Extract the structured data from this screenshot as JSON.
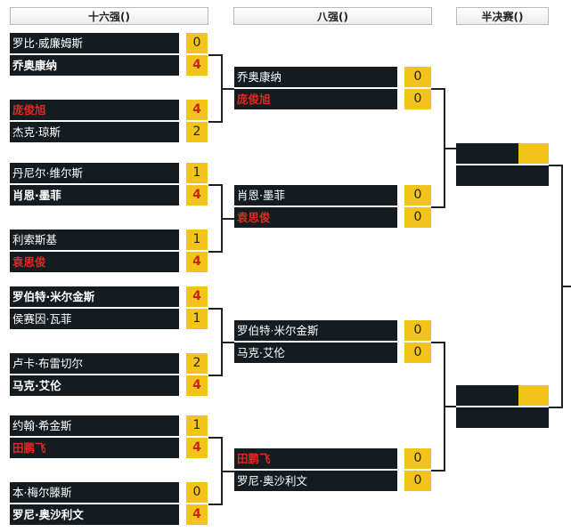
{
  "headers": {
    "r16": "十六强()",
    "qf": "八强()",
    "sf": "半决赛()"
  },
  "r16": [
    {
      "p1": {
        "name": "罗比·威廉姆斯",
        "score": "0",
        "style": "normal"
      },
      "p2": {
        "name": "乔奥康纳",
        "score": "4",
        "style": "bold"
      },
      "winner": 2
    },
    {
      "p1": {
        "name": "庞俊旭",
        "score": "4",
        "style": "red"
      },
      "p2": {
        "name": "杰克·琼斯",
        "score": "2",
        "style": "normal"
      },
      "winner": 1
    },
    {
      "p1": {
        "name": "丹尼尔·维尔斯",
        "score": "1",
        "style": "normal"
      },
      "p2": {
        "name": "肖恩·墨菲",
        "score": "4",
        "style": "bold"
      },
      "winner": 2
    },
    {
      "p1": {
        "name": "利索斯基",
        "score": "1",
        "style": "normal"
      },
      "p2": {
        "name": "袁思俊",
        "score": "4",
        "style": "red"
      },
      "winner": 2
    },
    {
      "p1": {
        "name": "罗伯特·米尔金斯",
        "score": "4",
        "style": "bold"
      },
      "p2": {
        "name": "侯赛因·瓦菲",
        "score": "1",
        "style": "normal"
      },
      "winner": 1
    },
    {
      "p1": {
        "name": "卢卡·布雷切尔",
        "score": "2",
        "style": "normal"
      },
      "p2": {
        "name": "马克·艾伦",
        "score": "4",
        "style": "bold"
      },
      "winner": 2
    },
    {
      "p1": {
        "name": "约翰·希金斯",
        "score": "1",
        "style": "normal"
      },
      "p2": {
        "name": "田鹏飞",
        "score": "4",
        "style": "red"
      },
      "winner": 2
    },
    {
      "p1": {
        "name": "本·梅尔滕斯",
        "score": "0",
        "style": "normal"
      },
      "p2": {
        "name": "罗尼·奥沙利文",
        "score": "4",
        "style": "bold"
      },
      "winner": 2
    }
  ],
  "qf": [
    {
      "p1": {
        "name": "乔奥康纳",
        "score": "0",
        "style": "normal"
      },
      "p2": {
        "name": "庞俊旭",
        "score": "0",
        "style": "red"
      }
    },
    {
      "p1": {
        "name": "肖恩·墨菲",
        "score": "0",
        "style": "normal"
      },
      "p2": {
        "name": "袁思俊",
        "score": "0",
        "style": "red"
      }
    },
    {
      "p1": {
        "name": "罗伯特·米尔金斯",
        "score": "0",
        "style": "normal"
      },
      "p2": {
        "name": "马克·艾伦",
        "score": "0",
        "style": "normal"
      }
    },
    {
      "p1": {
        "name": "田鹏飞",
        "score": "0",
        "style": "red"
      },
      "p2": {
        "name": "罗尼·奥沙利文",
        "score": "0",
        "style": "normal"
      }
    }
  ],
  "sf": [
    {
      "p1": {
        "name": "",
        "score": ""
      },
      "p2": {
        "name": "",
        "score": ""
      }
    },
    {
      "p1": {
        "name": "",
        "score": ""
      },
      "p2": {
        "name": "",
        "score": ""
      }
    }
  ],
  "colors": {
    "row_bg": "#141c21",
    "score_bg": "#f2c31c",
    "winner_text": "#d2221a",
    "highlight_name": "#e2281f"
  }
}
